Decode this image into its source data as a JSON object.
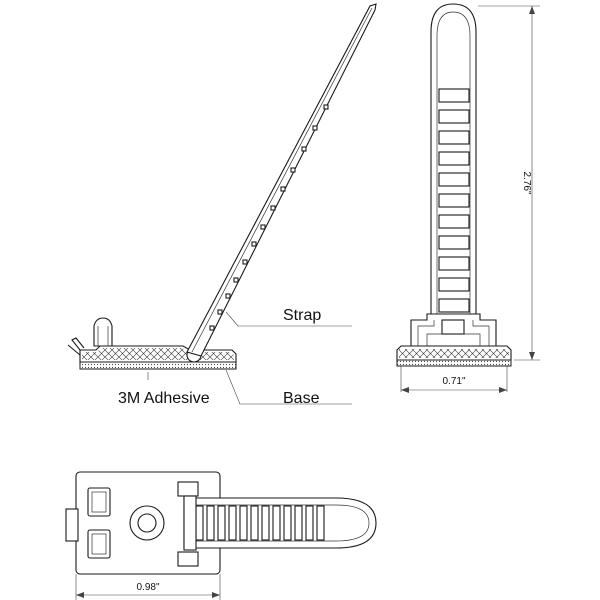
{
  "labels": {
    "strap": "Strap",
    "adhesive": "3M Adhesive",
    "base": "Base"
  },
  "dimensions": {
    "height": "2.76\"",
    "base_width": "0.71\"",
    "top_width": "0.98\""
  },
  "colors": {
    "line": "#1a1a1a",
    "background": "#ffffff"
  }
}
